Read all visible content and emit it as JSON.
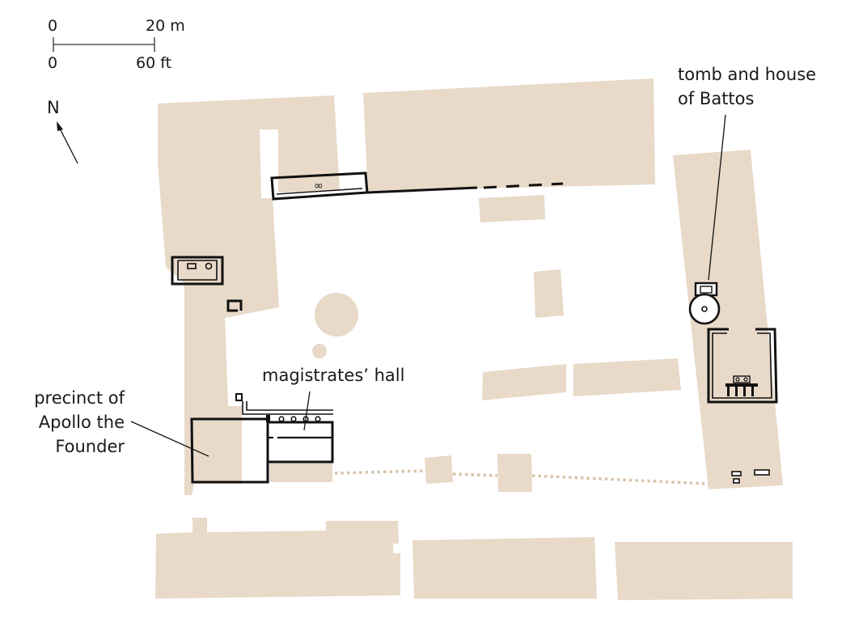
{
  "scale_bar": {
    "metric_start": "0",
    "metric_end": "20 m",
    "imperial_start": "0",
    "imperial_end": "60 ft"
  },
  "north": {
    "label": "N"
  },
  "labels": {
    "tomb_line1": "tomb and house",
    "tomb_line2": "of Battos",
    "magistrates": "magistrates’ hall",
    "precinct_line1": "precinct of",
    "precinct_line2": "Apollo the",
    "precinct_line3": "Founder"
  },
  "colors": {
    "building_fill": "#e8d9c8",
    "wall_stroke": "#111111",
    "background": "#ffffff"
  }
}
